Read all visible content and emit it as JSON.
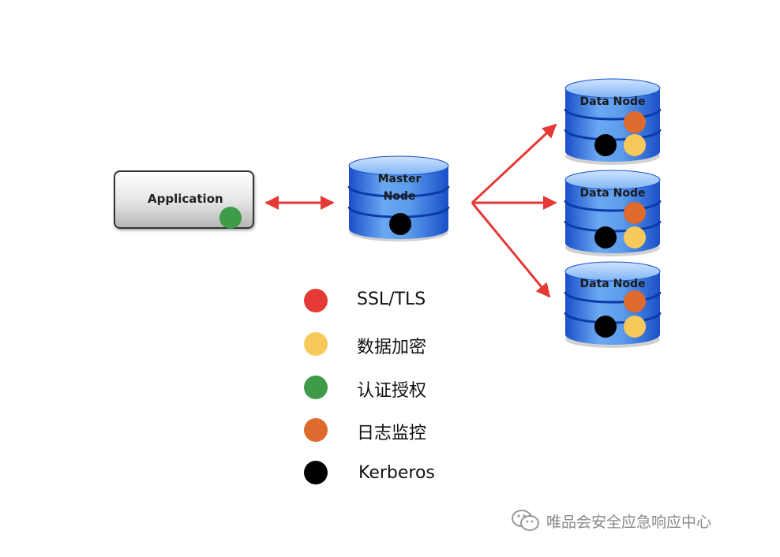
{
  "application": {
    "label": "Application"
  },
  "master": {
    "label_line1": "Master",
    "label_line2": "Node"
  },
  "data_nodes": [
    {
      "label": "Data Node"
    },
    {
      "label": "Data Node"
    },
    {
      "label": "Data Node"
    }
  ],
  "legend": [
    {
      "color": "#e53935",
      "label": "SSL/TLS"
    },
    {
      "color": "#f7c95a",
      "label": "数据加密"
    },
    {
      "color": "#3e9b47",
      "label": "认证授权"
    },
    {
      "color": "#de6a2e",
      "label": "日志监控"
    },
    {
      "color": "#000000",
      "label": "Kerberos"
    }
  ],
  "watermark": {
    "text": "唯品会安全应急响应中心"
  },
  "colors": {
    "arrow": "#e53935",
    "cylinder_light": "#7fb4f5",
    "cylinder_dark": "#1a4fc9",
    "green": "#3e9b47",
    "orange": "#de6a2e",
    "yellow": "#f7c95a",
    "black": "#000000"
  }
}
